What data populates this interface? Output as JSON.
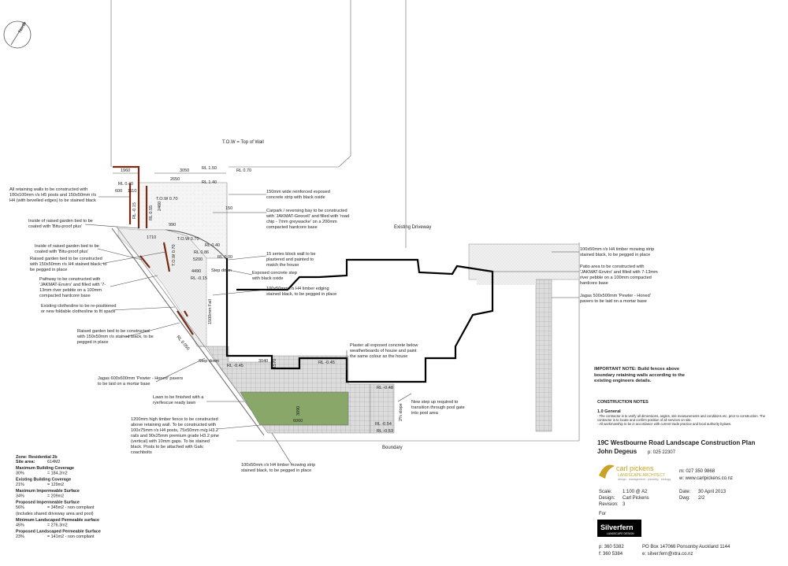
{
  "north_label": "North",
  "top_of_wall_note": "T.O.W = Top of Wall",
  "existing_driveway": "Existing Driveway",
  "boundary": "Boundary",
  "step_down_1": "Step down",
  "step_down_2": "Step down",
  "levels": {
    "rl_070_a": "RL 0.70",
    "rl_150": "RL 1.50",
    "rl_140": "RL 1.40",
    "rl_040_a": "RL 0.40",
    "tow_070_a": "T.O.W 0.70",
    "rl_m015_a": "RL -0.15",
    "rl_055": "RL 0.55",
    "tow_070_b": "T.O.W 0.70",
    "rl_040_b": "RL 0.40",
    "tow_070_c": "T.O.W 0.70",
    "rl_086": "RL 0.86",
    "rl_000": "RL 0.00",
    "rl_m015_b": "RL -0.15",
    "rl_050": "RL 0.050",
    "rl_m045_a": "RL -0.45",
    "rl_m045_b": "RL -0.45",
    "rl_m048": "RL -0.48",
    "rl_m054": "RL -0.54",
    "rl_m053": "RL -0.53"
  },
  "dimensions": {
    "d1960": "1960",
    "d3050": "3050",
    "d1110": "1110",
    "d600": "600",
    "d2650": "2650",
    "d150": "150",
    "d2460": "2460",
    "d990": "990",
    "d1710": "1710",
    "d5200": "5200",
    "d4490": "4490",
    "d3040": "3040",
    "d1570": "1570",
    "d3090": "3090",
    "d6060": "6060",
    "fall_side": "1500mm Fall",
    "fall_grade": "2% slope"
  },
  "notes_left": {
    "retaining_walls": "All retaining walls to be constructed with 100x100mm r/s H5 posts and 150x50mm r/s H4 (with bevelled edges) to be stained black",
    "raised_bed_coat": "Inside of raised garden bed to be coated with 'Bitu-proof plus'",
    "raised_bed_coat_2": "Inside of raised garden bed to be coated with 'Bitu-proof plus'",
    "raised_bed_construct": "Raised garden bed to be constructed with 150x50mm r/s H4 stained black, to be pegged in place",
    "pathway": "Pathway to be constructed with 'JAKMAT-Enviro' and filled with '7-13mm river pebble on a 100mm compacted hardcore base",
    "clothesline": "Existing clothesline to be re-positioned or new foldable clothesline to fit space",
    "raised_bed_construct_2": "Raised garden bed to be constructed with 150x50mm r/s stained black, to be pegged in place",
    "jagas_600": "Jagas 600x600mm 'Pewter - Honed' pavers to be laid on a mortar base",
    "lawn": "Lawn to be finished with a rye/fescue ready lawn",
    "fence": "1200mm high timber fence to be constructed above retaining wall. To be constructed with 100x75mm r/s H4 posts, 75x50mm m/g H3.2 rails and 90x25mm premium grade H3.2 pine (vertical) with 10mm gaps. To be stained black. Posts to be attached with Galv. coachbolts",
    "mowing_strip_bottom": "100x50mm r/s H4 timber mowing strip stained black, to be pegged in place"
  },
  "notes_mid": {
    "concrete_strip": "150mm wide reinforced exposed concrete strip with black oxide",
    "carpark": "Carpark / reversing bay to be constructed with 'JAKMAT-Geocell' and filled with 'road chip - 7mm greywacke' on a 200mm compacted hardcore base",
    "block_wall": "15 series block wall to be plastered and painted to match the house",
    "concrete_step": "Exposed concrete step with black oxide",
    "timber_edging": "100x50mm r/s H4 timber edging stained black, to be pegged in place",
    "plaster": "Plaster all exposed concrete below weatherboards of house and paint the same colour as the house",
    "new_step": "New step up required to transition through pool gate into pool area"
  },
  "notes_right": {
    "mowing_strip": "100x50mm r/s H4 timber mowing strip stained black, to be pegged in place",
    "patio": "Patio area to be constructed with 'JAKMAT-Enviro' and filled with 7-13mm river pebble on a 100mm compacted hardcore base",
    "jagas_500": "Jagas 500x500mm 'Pewter - Honed' pavers to be laid on a mortar base"
  },
  "important_note": "IMPORTANT NOTE: Build fences above boundary retaining walls according to the existing engineers details.",
  "construction_notes": {
    "heading": "CONSTRUCTION NOTES",
    "sub": "1.0 General",
    "line1": "- The contractor is to verify all dimensions, angles, site measurements and conditions etc. prior to construction. The",
    "line2": "contractor is to locate and confirm position of all services on site.",
    "line3": "- All workmanship to be in accordance with current trade practice and local authority bylaws."
  },
  "site_stats": [
    {
      "label": "Zone: Residential 2b",
      "value": ""
    },
    {
      "label": "Site area:",
      "value": "614M2"
    },
    {
      "label": "Maximum Building Coverage",
      "value": ""
    },
    {
      "label": "30%",
      "value": "= 184.2m2"
    },
    {
      "label": "Existing Building Coverage",
      "value": ""
    },
    {
      "label": "21%",
      "value": "= 129m2"
    },
    {
      "label": "Maximum Impermeable Surface",
      "value": ""
    },
    {
      "label": "34%",
      "value": "= 209m2"
    },
    {
      "label": "Proposed Impermeable Surface",
      "value": ""
    },
    {
      "label": "56%",
      "value": "= 345m2 - non compliant"
    },
    {
      "label": "(includes shared driveway area and pool)",
      "value": ""
    },
    {
      "label": "Minimum Landscaped Permeable surface",
      "value": ""
    },
    {
      "label": "45%",
      "value": "= 276.3m2"
    },
    {
      "label": "Proposed Landscaped Permeable Surface",
      "value": ""
    },
    {
      "label": "23%",
      "value": "= 141m2 - non compliant"
    }
  ],
  "title_block": {
    "project": "19C Westbourne Road Landscape Construction Plan",
    "client": "John Degeus",
    "client_phone": "p:  025 22307",
    "logo_name": "carl pickens",
    "logo_sub": "LANDSCAPE ARCHITECT",
    "logo_tag": "design · management · planning · ecology",
    "m": "m:  027 350 9868",
    "w": "w:  www.carlpickens.co.nz",
    "scale_label": "Scale:",
    "scale_value": "1:100 @ A2",
    "design_label": "Design:",
    "design_value": "Carl Pickens",
    "revision_label": "Revision:",
    "revision_value": "3",
    "date_label": "Date:",
    "date_value": "30 April 2013",
    "dwg_label": "Dwg:",
    "dwg_value": "2/2",
    "for_label": "For",
    "for_logo": "Silverfern",
    "for_logo_sub": "LANDSCAPE DESIGN",
    "p": "p:  360 5382",
    "f": "f:  360 5384",
    "po": "PO Box 147066 Ponsonby Auckland 1144",
    "e": "e:  silver.fern@xtra.co.nz"
  },
  "colors": {
    "lawn": "#8aa76a",
    "paving": "#d9d9d9",
    "wall": "#7a2a12",
    "logo_gold": "#c9a227"
  }
}
